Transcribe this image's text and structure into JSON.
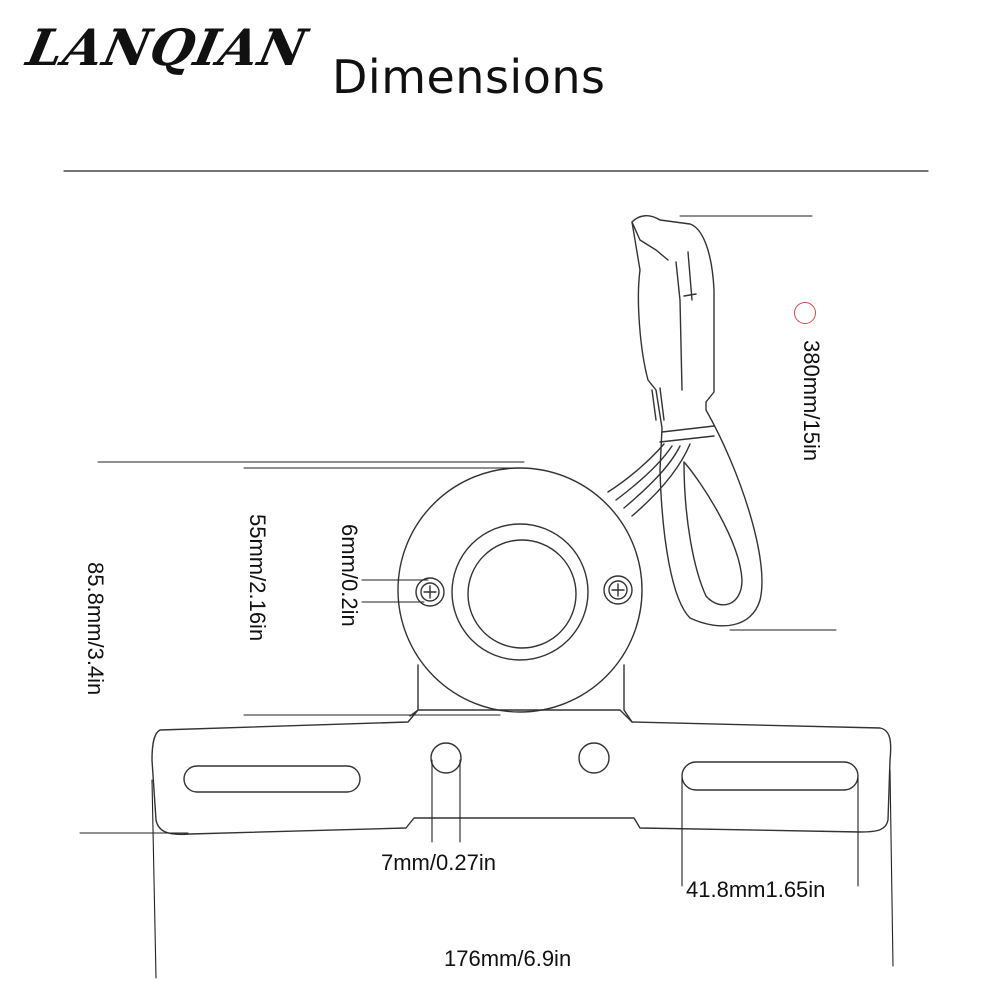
{
  "header": {
    "brand": "LANQIAN",
    "title": "Dimensions"
  },
  "dimensions": {
    "cable_length": "380mm/15in",
    "lamp_height": "55mm/2.16in",
    "screw_diameter": "6mm/0.2in",
    "total_height": "85.8mm/3.4in",
    "hole_diameter": "7mm/0.27in",
    "slot_length": "41.8mm1.65in",
    "total_width": "176mm/6.9in"
  },
  "colors": {
    "line": "#333333",
    "marker": "#c0504d"
  }
}
